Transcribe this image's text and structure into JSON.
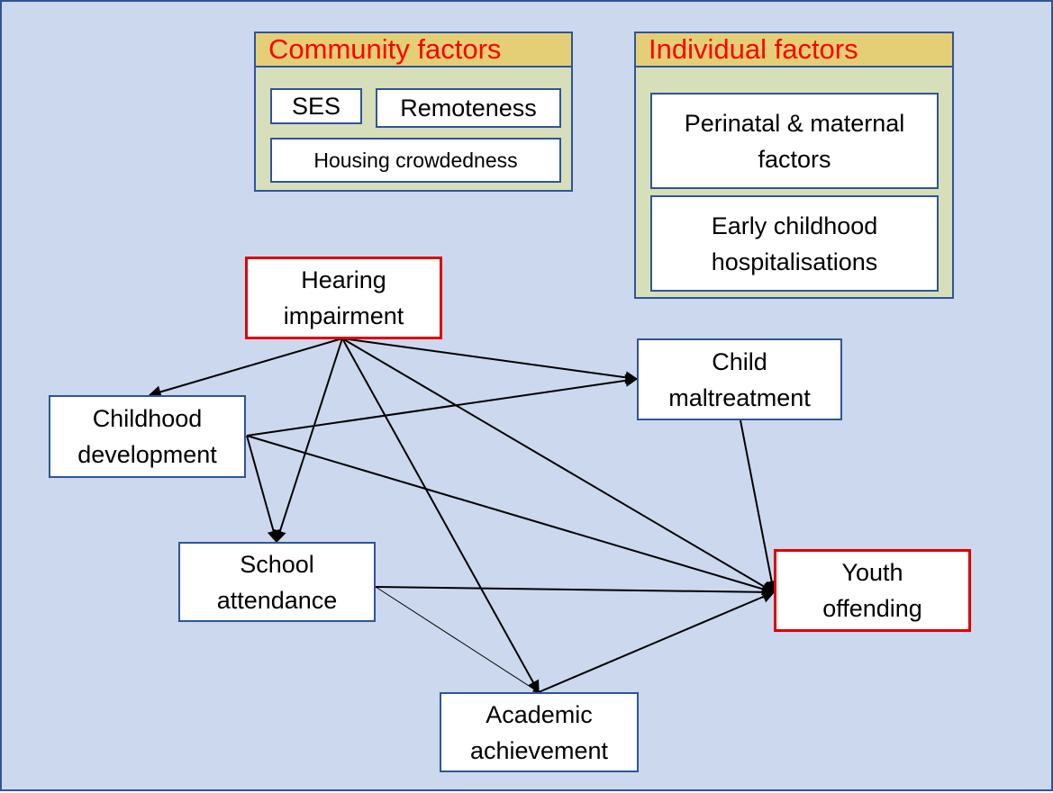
{
  "community": {
    "title": "Community factors",
    "items": [
      "SES",
      "Remoteness",
      "Housing crowdedness"
    ]
  },
  "individual": {
    "title": "Individual factors",
    "items": [
      "Perinatal & maternal\nfactors",
      "Early childhood\nhospitalisations"
    ]
  },
  "nodes": {
    "hearing": "Hearing\nimpairment",
    "childhood": "Childhood\ndevelopment",
    "maltreatment": "Child\nmaltreatment",
    "school": "School\nattendance",
    "academic": "Academic\nachievement",
    "youth": "Youth\noffending"
  },
  "edges": [
    [
      "hearing",
      "childhood"
    ],
    [
      "hearing",
      "maltreatment"
    ],
    [
      "hearing",
      "school"
    ],
    [
      "hearing",
      "academic"
    ],
    [
      "hearing",
      "youth"
    ],
    [
      "childhood",
      "maltreatment"
    ],
    [
      "childhood",
      "school"
    ],
    [
      "childhood",
      "youth"
    ],
    [
      "maltreatment",
      "youth"
    ],
    [
      "school",
      "youth"
    ],
    [
      "school",
      "academic"
    ],
    [
      "academic",
      "youth"
    ]
  ],
  "colors": {
    "background": "#ccd8ee",
    "border": "#2f5597",
    "panel": "#d6deba",
    "panel_header": "#e4cf76",
    "highlight": "#e00000",
    "title_text": "#ff0000"
  }
}
